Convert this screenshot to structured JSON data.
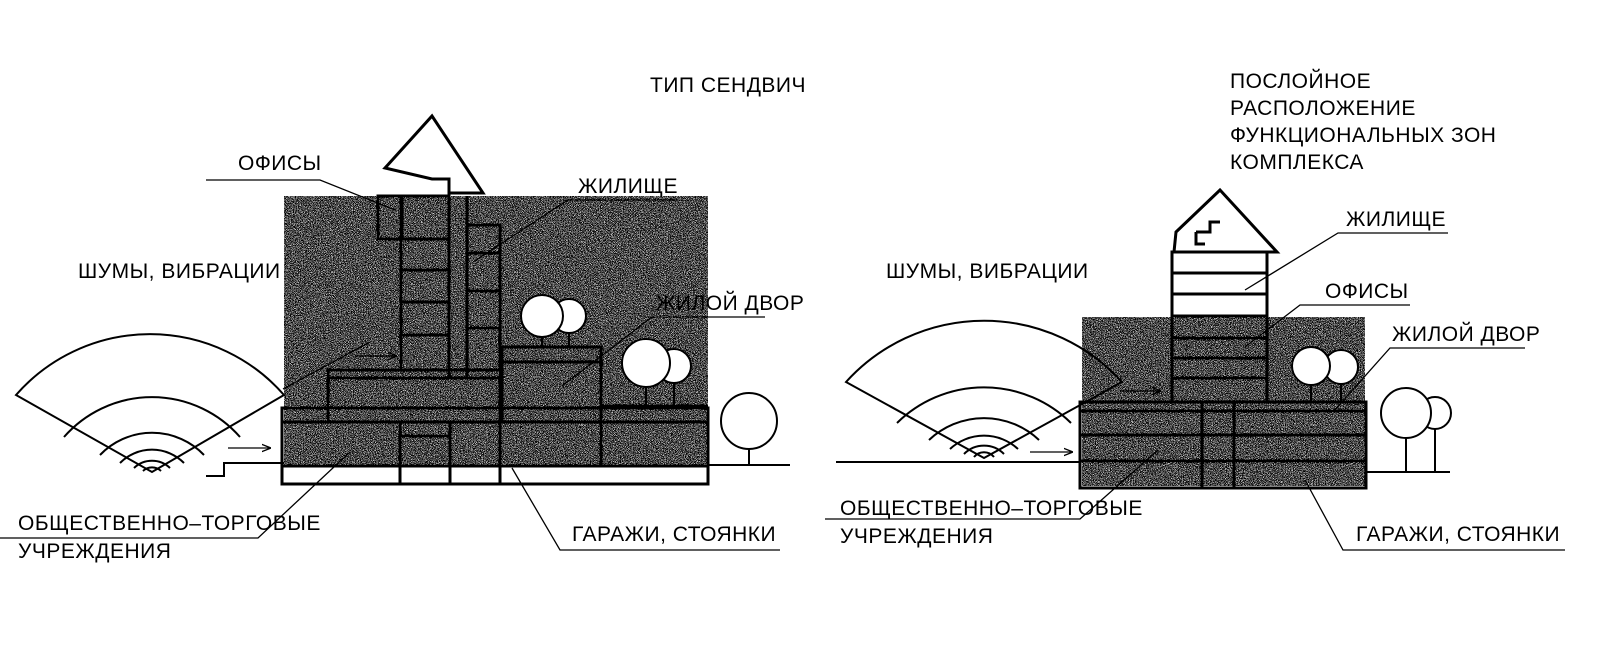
{
  "left": {
    "title": "ТИП СЕНДВИЧ",
    "offices": "ОФИСЫ",
    "housing": "ЖИЛИЩЕ",
    "noise": "ШУМЫ, ВИБРАЦИИ",
    "courtyard": "ЖИЛОЙ ДВОР",
    "public_line1": "ОБЩЕСТВЕННО–ТОРГОВЫЕ",
    "public_line2": "УЧРЕЖДЕНИЯ",
    "garages": "ГАРАЖИ, СТОЯНКИ"
  },
  "right": {
    "title_line1": "ПОСЛОЙНОЕ",
    "title_line2": "РАСПОЛОЖЕНИЕ",
    "title_line3": "ФУНКЦИОНАЛЬНЫХ ЗОН",
    "title_line4": "КОМПЛЕКСА",
    "housing": "ЖИЛИЩЕ",
    "noise": "ШУМЫ, ВИБРАЦИИ",
    "offices": "ОФИСЫ",
    "courtyard": "ЖИЛОЙ ДВОР",
    "public_line1": "ОБЩЕСТВЕННО–ТОРГОВЫЕ",
    "public_line2": "УЧРЕЖДЕНИЯ",
    "garages": "ГАРАЖИ, СТОЯНКИ"
  }
}
